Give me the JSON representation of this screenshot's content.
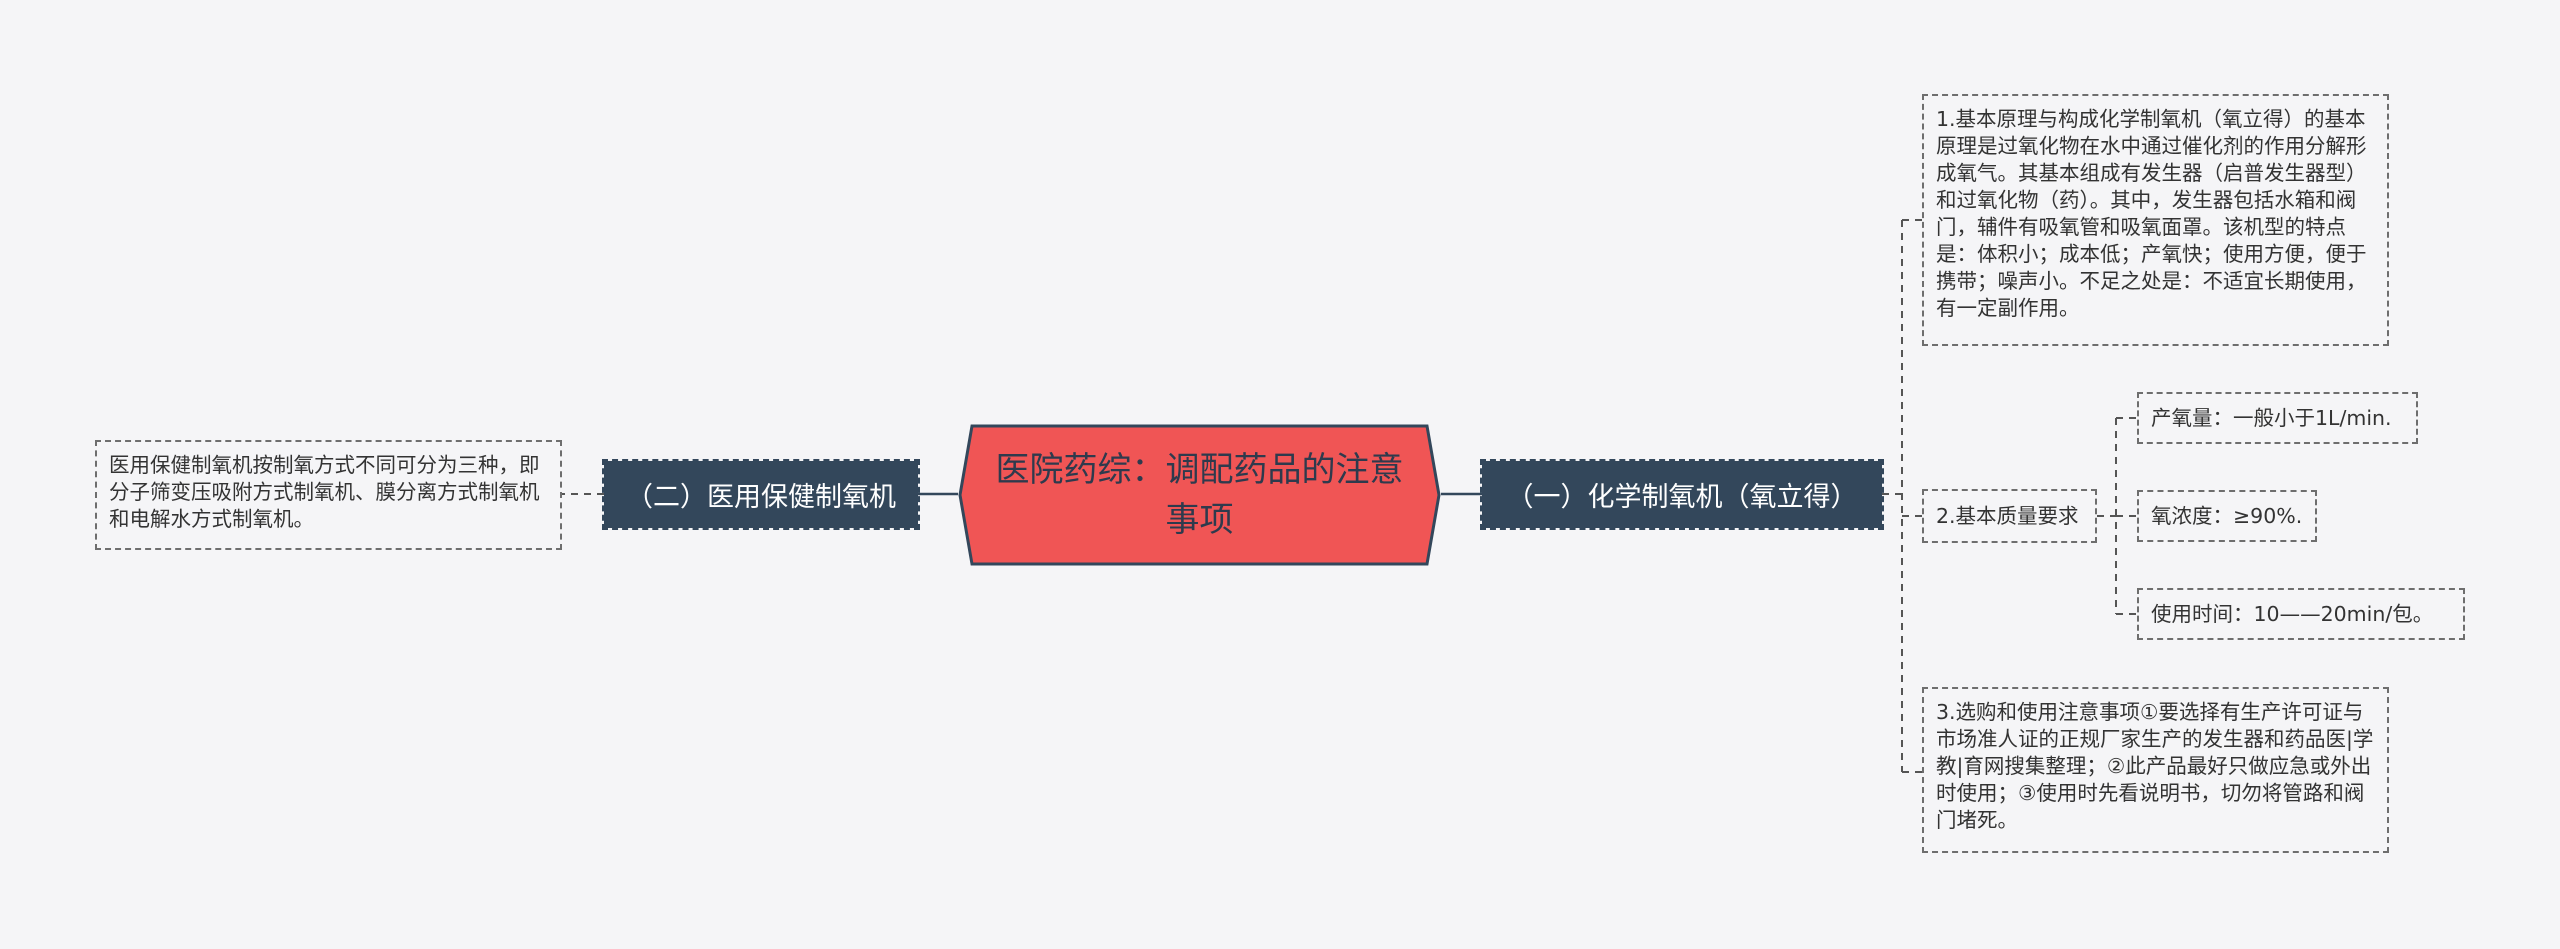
{
  "root": {
    "title": "医院药综：调配药品的注意事项"
  },
  "left_branch": {
    "label": "（二）医用保健制氧机",
    "leaf": "医用保健制氧机按制氧方式不同可分为三种，即分子筛变压吸附方式制氧机、膜分离方式制氧机和电解水方式制氧机。"
  },
  "right_branch": {
    "label": "（一）化学制氧机（氧立得）",
    "item1": "1.基本原理与构成化学制氧机（氧立得）的基本原理是过氧化物在水中通过催化剂的作用分解形成氧气。其基本组成有发生器（启普发生器型）和过氧化物（药）。其中，发生器包括水箱和阀门，辅件有吸氧管和吸氧面罩。该机型的特点是：体积小；成本低；产氧快；使用方便，便于携带；噪声小。不足之处是：不适宜长期使用，有一定副作用。",
    "item2": {
      "label": "2.基本质量要求",
      "children": [
        "产氧量：一般小于1L/min.",
        "氧浓度：≥90%.",
        "使用时间：10——20min/包。"
      ]
    },
    "item3": "3.选购和使用注意事项①要选择有生产许可证与市场准人证的正规厂家生产的发生器和药品医|学教|育网搜集整理；②此产品最好只做应急或外出时使用；③使用时先看说明书，切勿将管路和阀门堵死。"
  },
  "colors": {
    "background": "#f5f5f7",
    "root_fill": "#f05555",
    "root_border": "#33475b",
    "branch_fill": "#33475b",
    "branch_text": "#ffffff",
    "connector": "#33475b",
    "leaf_border": "#6e6e6e",
    "leaf_text": "#333333"
  }
}
